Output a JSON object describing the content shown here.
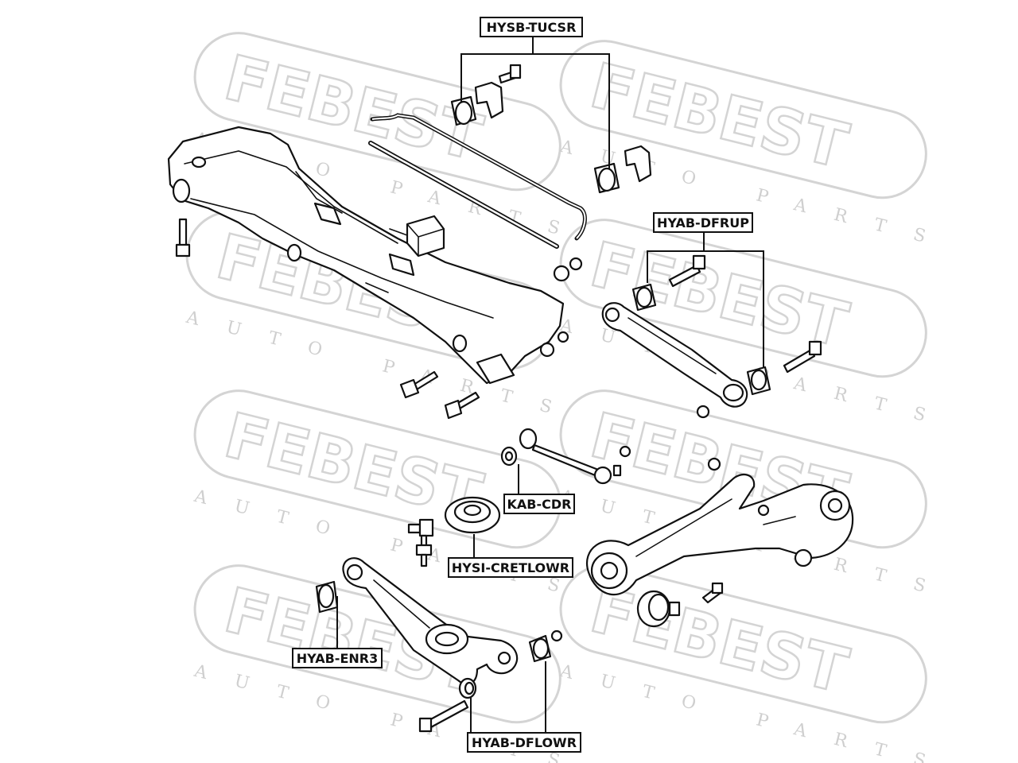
{
  "watermark": {
    "brand": "FEBEST",
    "subtitle": "AUTO PARTS"
  },
  "labels": {
    "hysb": "HYSB-TUCSR",
    "hyab_dfrup": "HYAB-DFRUP",
    "kab": "KAB-CDR",
    "hysi": "HYSI-CRETLOWR",
    "hyab_enr3": "HYAB-ENR3",
    "hyab_dflowr": "HYAB-DFLOWR"
  }
}
